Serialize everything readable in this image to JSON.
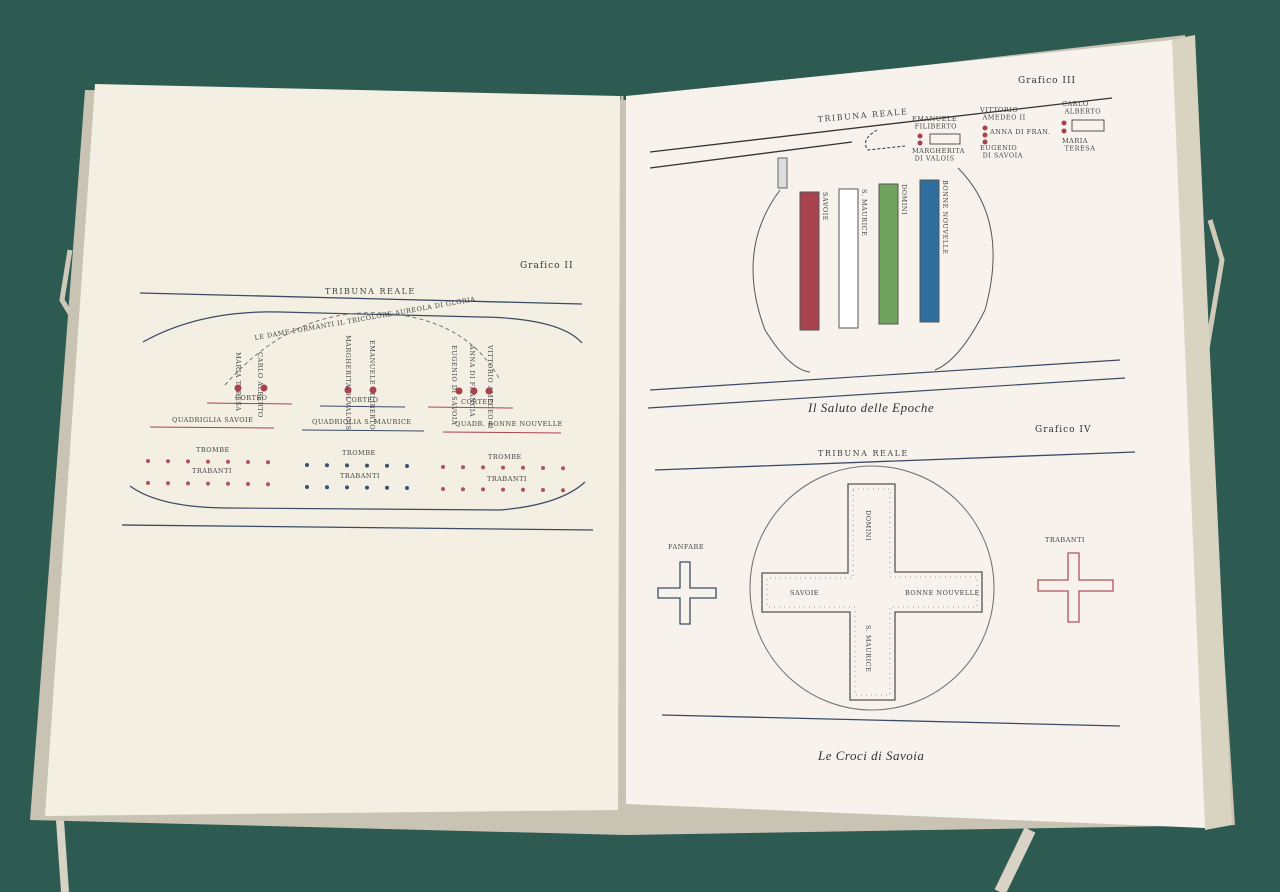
{
  "left_page": {
    "label": "Grafico II",
    "tribuna": "TRIBUNA REALE",
    "arc_text": "LE DAME FORMANTI IL TRICOLORE AUREOLA DI GLORIA",
    "names": [
      "MARIA TERESA",
      "CARLO ALBERTO",
      "MARGHERITA DI VALOIS",
      "EMANUELE FILIBERTO",
      "EUGENIO DI SAVOIA",
      "ANNA DI FRANCIA",
      "VITTORIO AMEDEO II"
    ],
    "corteo": [
      "CORTEO",
      "CORTEO",
      "CORTEO"
    ],
    "quadriglie": [
      "QUADRIGLIA SAVOIE",
      "QUADRIGLIA S. MAURICE",
      "QUADR. BONNE NOUVELLE"
    ],
    "trombe": "TROMBE",
    "trabanti": "TRABANTI"
  },
  "right_page": {
    "grafico3": {
      "label": "Grafico III",
      "tribuna": "TRIBUNA REALE",
      "names": {
        "emanuele": "EMANUELE FILIBERTO",
        "margherita": "MARGHERITA DI VALOIS",
        "vittorio": "VITTORIO AMEDEO II",
        "anna": "ANNA DI FRAN.",
        "eugenio": "EUGENIO DI SAVOIA",
        "carlo": "CARLO ALBERTO",
        "maria": "MARIA TERESA"
      },
      "bars": [
        {
          "label": "SAVOIE",
          "color": "#a8424f"
        },
        {
          "label": "S. MAURICE",
          "color": "#ffffff"
        },
        {
          "label": "DOMINI",
          "color": "#6fa35e"
        },
        {
          "label": "BONNE NOUVELLE",
          "color": "#2f6e9e"
        }
      ],
      "caption": "Il Saluto delle Epoche"
    },
    "grafico4": {
      "label": "Grafico IV",
      "tribuna": "TRIBUNA REALE",
      "fanfare": "FANFARE",
      "trabanti": "TRABANTI",
      "cross": {
        "top": "DOMINI",
        "left": "SAVOIE",
        "right": "BONNE NOUVELLE",
        "bottom": "S. MAURICE"
      },
      "caption": "Le Croci di Savoia"
    }
  },
  "colors": {
    "red": "#b0525c",
    "blue": "#3b4f70",
    "green": "#6fa35e",
    "table": "#2d5b52"
  }
}
